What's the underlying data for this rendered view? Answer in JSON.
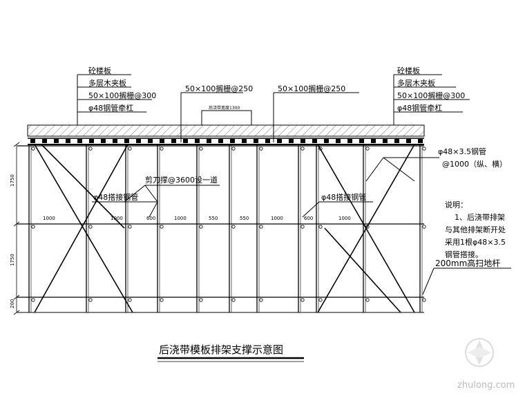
{
  "labels_left": [
    "砼楼板",
    "多层木夹板",
    "50×100搁栅@300",
    "φ48钢管牵杠"
  ],
  "labels_right": [
    "砼楼板",
    "多层木夹板",
    "50×100搁栅@300",
    "φ48钢管牵杠"
  ],
  "label_joist_left": "50×100搁栅@250",
  "label_joist_right": "50×100搁栅@250",
  "label_top_small": "后浇带宽度1300",
  "label_pipe_right_1": "φ48×3.5钢管",
  "label_pipe_right_2": "@1000（纵、横）",
  "label_bracing": "剪刀撑@3600设一道",
  "label_lap_left": "φ48搭接钢管",
  "label_lap_right": "φ48搭接钢管",
  "note_title": "说明：",
  "note_lines": [
    "1、后浇带排架",
    "与其他排架断开处",
    "采用1根φ48×3.5",
    "钢管搭接。"
  ],
  "label_sweep": "200mm高扫地杆",
  "dims_horizontal": [
    "1000",
    "1000",
    "600",
    "1000",
    "550",
    "550",
    "1000",
    "600",
    "1000"
  ],
  "dims_vertical": [
    "1750",
    "1750",
    "200"
  ],
  "title": "后浇带模板排架支撑示意图",
  "watermark": "zhulong.com"
}
